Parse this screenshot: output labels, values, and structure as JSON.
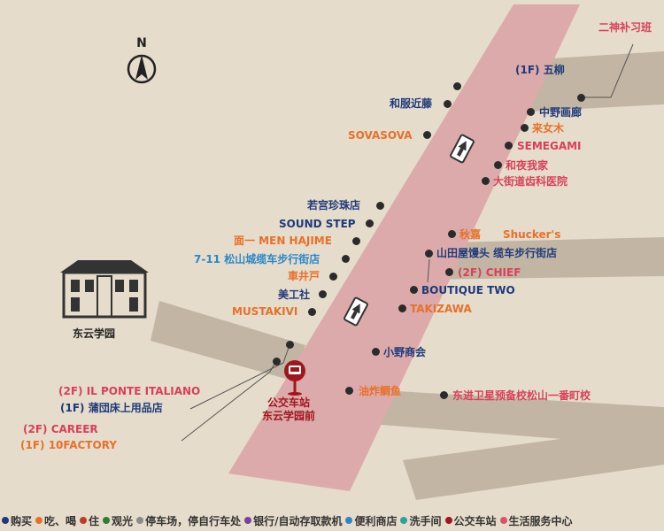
{
  "compass": {
    "letter": "N"
  },
  "school": {
    "name": "东云学园"
  },
  "bus_stop": {
    "line1": "公交车站",
    "line2": "东云学园前"
  },
  "colors": {
    "shopping": "#1f3a7a",
    "food": "#e8702a",
    "lodging": "#c0392b",
    "sightseeing": "#2e7d32",
    "parking": "#8a8a8a",
    "bank": "#7b3fa0",
    "convenience": "#2a87c8",
    "restroom": "#26a69a",
    "bus": "#a0161e",
    "services": "#e0506a",
    "main_street": "#dcaaaa",
    "side_road": "#c2b5a4",
    "background": "#e6dccb"
  },
  "labels": {
    "nishin": "二神补习班",
    "goryu": "(1F) 五柳",
    "wafuku": "和服近藤",
    "nakano": "中野画廊",
    "kimiki": "来女木",
    "sovasova": "SOVASOVA",
    "semegami": "SEMEGAMI",
    "wayoru": "和夜我家",
    "okaido_dental": "大街道齿科医院",
    "wakamiya": "若宫珍珠店",
    "sound_step": "SOUND STEP",
    "shuka": "秋嘉",
    "shuckers": "Shucker's",
    "men_hajime": "面一 MEN HAJIME",
    "yamadaya": "山田屋馒头 缆车步行街店",
    "seven": "7-11 松山城缆车步行街店",
    "chief": "(2F) CHIEF",
    "kurumaido": "車井戸",
    "boutique_two": "BOUTIQUE TWO",
    "bikousha": "美工社",
    "mustakivi": "MUSTAKIVI",
    "takizawa": "TAKIZAWA",
    "onoshokai": "小野商会",
    "il_ponte": "(2F) IL PONTE ITALIANO",
    "kamata": "(1F) 蒲団床上用品店",
    "career": "(2F) CAREER",
    "tenfactory": "(1F) 10FACTORY",
    "aburaage": "油炸鲷鱼",
    "toshin": "东进卫星预备校松山一番町校"
  },
  "legend": [
    {
      "label": "购买",
      "color": "#1f3a7a"
    },
    {
      "label": "吃、喝",
      "color": "#e8702a"
    },
    {
      "label": "住",
      "color": "#c0392b"
    },
    {
      "label": "观光",
      "color": "#2e7d32"
    },
    {
      "label": "停车场，停自行车处",
      "color": "#8a8a8a"
    },
    {
      "label": "银行/自动存取款机",
      "color": "#7b3fa0"
    },
    {
      "label": "便利商店",
      "color": "#2a87c8"
    },
    {
      "label": "洗手间",
      "color": "#26a69a"
    },
    {
      "label": "公交车站",
      "color": "#a0161e"
    },
    {
      "label": "生活服务中心",
      "color": "#e0506a"
    }
  ]
}
